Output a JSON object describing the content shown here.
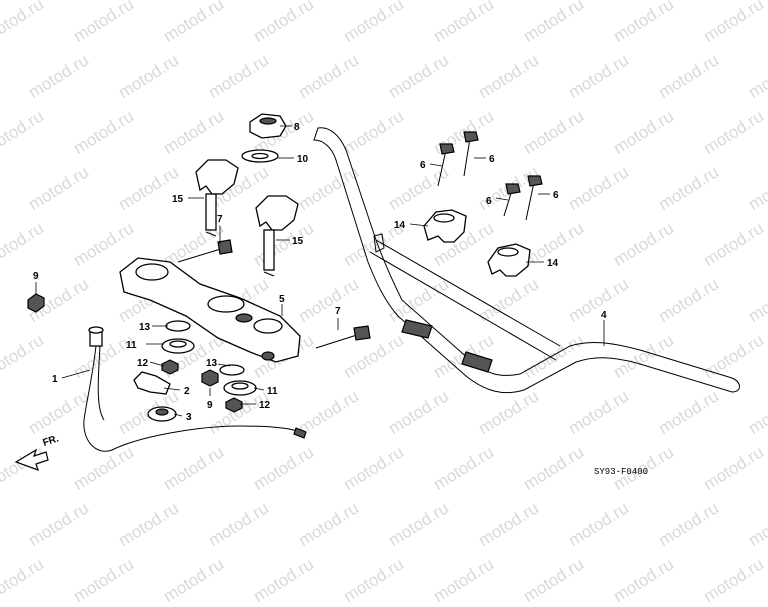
{
  "watermark": {
    "text": "motod.ru"
  },
  "diagram": {
    "code": "SY93-F0400",
    "direction_label": "FR.",
    "callouts": [
      {
        "id": "c8",
        "text": "8"
      },
      {
        "id": "c10",
        "text": "10"
      },
      {
        "id": "c15a",
        "text": "15"
      },
      {
        "id": "c7a",
        "text": "7"
      },
      {
        "id": "c15b",
        "text": "15"
      },
      {
        "id": "c9a",
        "text": "9"
      },
      {
        "id": "c5",
        "text": "5"
      },
      {
        "id": "c13a",
        "text": "13"
      },
      {
        "id": "c11a",
        "text": "11"
      },
      {
        "id": "c12a",
        "text": "12"
      },
      {
        "id": "c2",
        "text": "2"
      },
      {
        "id": "c1",
        "text": "1"
      },
      {
        "id": "c3",
        "text": "3"
      },
      {
        "id": "c13b",
        "text": "13"
      },
      {
        "id": "c11b",
        "text": "11"
      },
      {
        "id": "c9b",
        "text": "9"
      },
      {
        "id": "c12b",
        "text": "12"
      },
      {
        "id": "c7b",
        "text": "7"
      },
      {
        "id": "c6a",
        "text": "6"
      },
      {
        "id": "c6b",
        "text": "6"
      },
      {
        "id": "c6c",
        "text": "6"
      },
      {
        "id": "c6d",
        "text": "6"
      },
      {
        "id": "c14a",
        "text": "14"
      },
      {
        "id": "c14b",
        "text": "14"
      },
      {
        "id": "c4",
        "text": "4"
      }
    ]
  }
}
